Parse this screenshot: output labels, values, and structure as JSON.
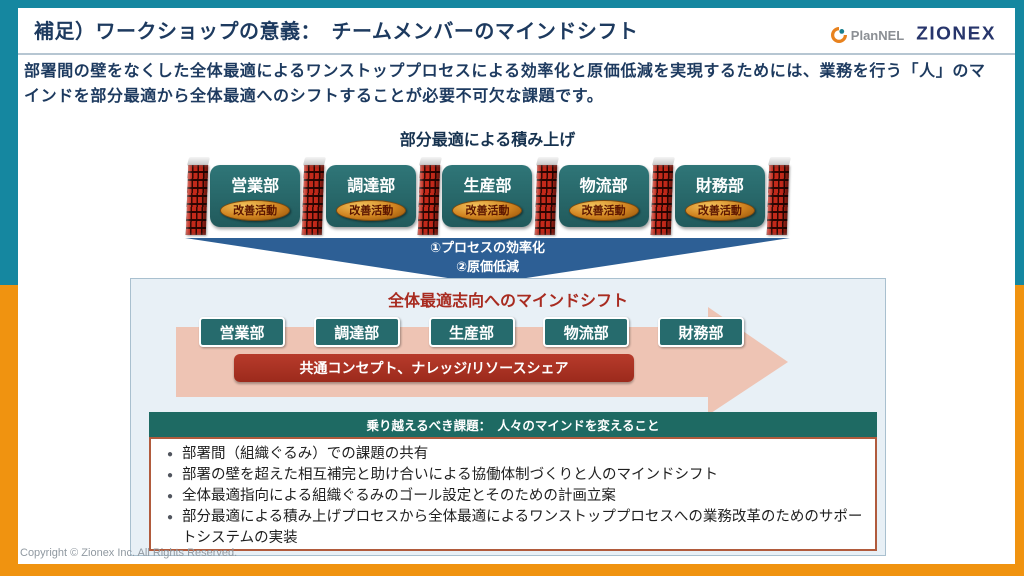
{
  "header": {
    "title": "補足）ワークショップの意義：　チームメンバーのマインドシフト",
    "logo_plannel": "PlanNEL",
    "logo_zionex": "ZIONEX"
  },
  "intro": {
    "text": "部署間の壁をなくした全体最適によるワンストッププロセスによる効率化と原価低減を実現するためには、業務を行う「人」のマインドを部分最適から全体最適へのシフトすることが必要不可欠な課題です。"
  },
  "partial_optimization": {
    "heading": "部分最適による積み上げ",
    "departments": [
      "営業部",
      "調達部",
      "生産部",
      "物流部",
      "財務部"
    ],
    "badge_label": "改善活動",
    "arrow_lines": [
      "①プロセスの効率化",
      "②原価低減"
    ]
  },
  "mindshift": {
    "title": "全体最適志向へのマインドシフト",
    "departments": [
      "営業部",
      "調達部",
      "生産部",
      "物流部",
      "財務部"
    ],
    "banner": "共通コンセプト、ナレッジ/リソースシェア",
    "challenge_header": "乗り越えるべき課題：　人々のマインドを変えること",
    "bullets": [
      "部署間（組織ぐるみ）での課題の共有",
      "部署の壁を超えた相互補完と助け合いによる協働体制づくりと人のマインドシフト",
      "全体最適指向による組織ぐるみのゴール設定とそのための計画立案",
      "部分最適による積み上げプロセスから全体最適によるワンストッププロセスへの業務改革のためのサポートシステムの実装"
    ]
  },
  "footer": {
    "copyright": "Copyright © Zionex Inc. All Rights Reserved."
  },
  "colors": {
    "frame_teal": "#1587a0",
    "frame_orange": "#f09310",
    "title_navy": "#1d3a5f",
    "department_teal": "#266b6d",
    "brick_red": "#c3291a",
    "chevron_blue": "#2d5f95",
    "mindshift_red": "#a82b20",
    "salmon_arrow": "#eec4b4",
    "challenge_teal": "#1e6a63",
    "badge_gold": "#cf821f"
  }
}
